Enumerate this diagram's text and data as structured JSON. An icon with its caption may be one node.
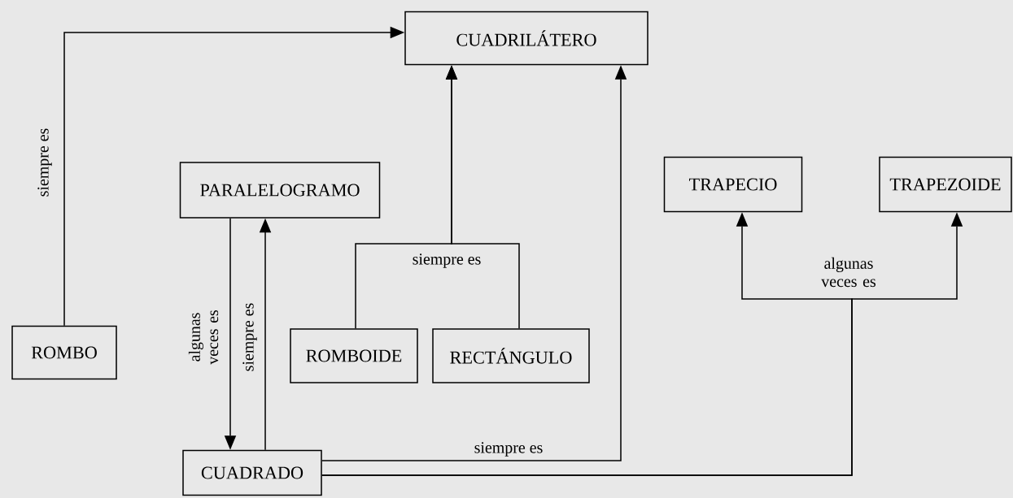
{
  "diagram": {
    "nodes": [
      {
        "text": [
          "CUADRILÁTERO"
        ]
      },
      {
        "text": [
          "PARALELOGRAMO"
        ]
      },
      {
        "text": [
          "TRAPECIO"
        ]
      },
      {
        "text": [
          "TRAPEZOIDE"
        ]
      },
      {
        "text": [
          "ROMBO"
        ]
      },
      {
        "text": [
          "ROMBOIDE"
        ]
      },
      {
        "text": [
          "RECTÁNGULO"
        ]
      },
      {
        "text": [
          "CUADRADO"
        ]
      }
    ],
    "edges": [
      {
        "from": 4,
        "to": 0,
        "arrow": "to",
        "label": "siempre es"
      },
      {
        "from": 1,
        "to": 7,
        "arrow": "to",
        "label": "algunas veces es"
      },
      {
        "from": 7,
        "to": 1,
        "arrow": "to",
        "label": "siempre es"
      },
      {
        "from": 5,
        "to": 0,
        "arrow": "to",
        "label": "siempre es"
      },
      {
        "from": 6,
        "to": 0,
        "arrow": "to"
      },
      {
        "from": 7,
        "to": 0,
        "arrow": "to",
        "label": "siempre es"
      },
      {
        "from": 7,
        "to": 2,
        "arrow": "to",
        "label": "algunas veces es"
      },
      {
        "from": 7,
        "to": 3,
        "arrow": "to"
      }
    ]
  }
}
